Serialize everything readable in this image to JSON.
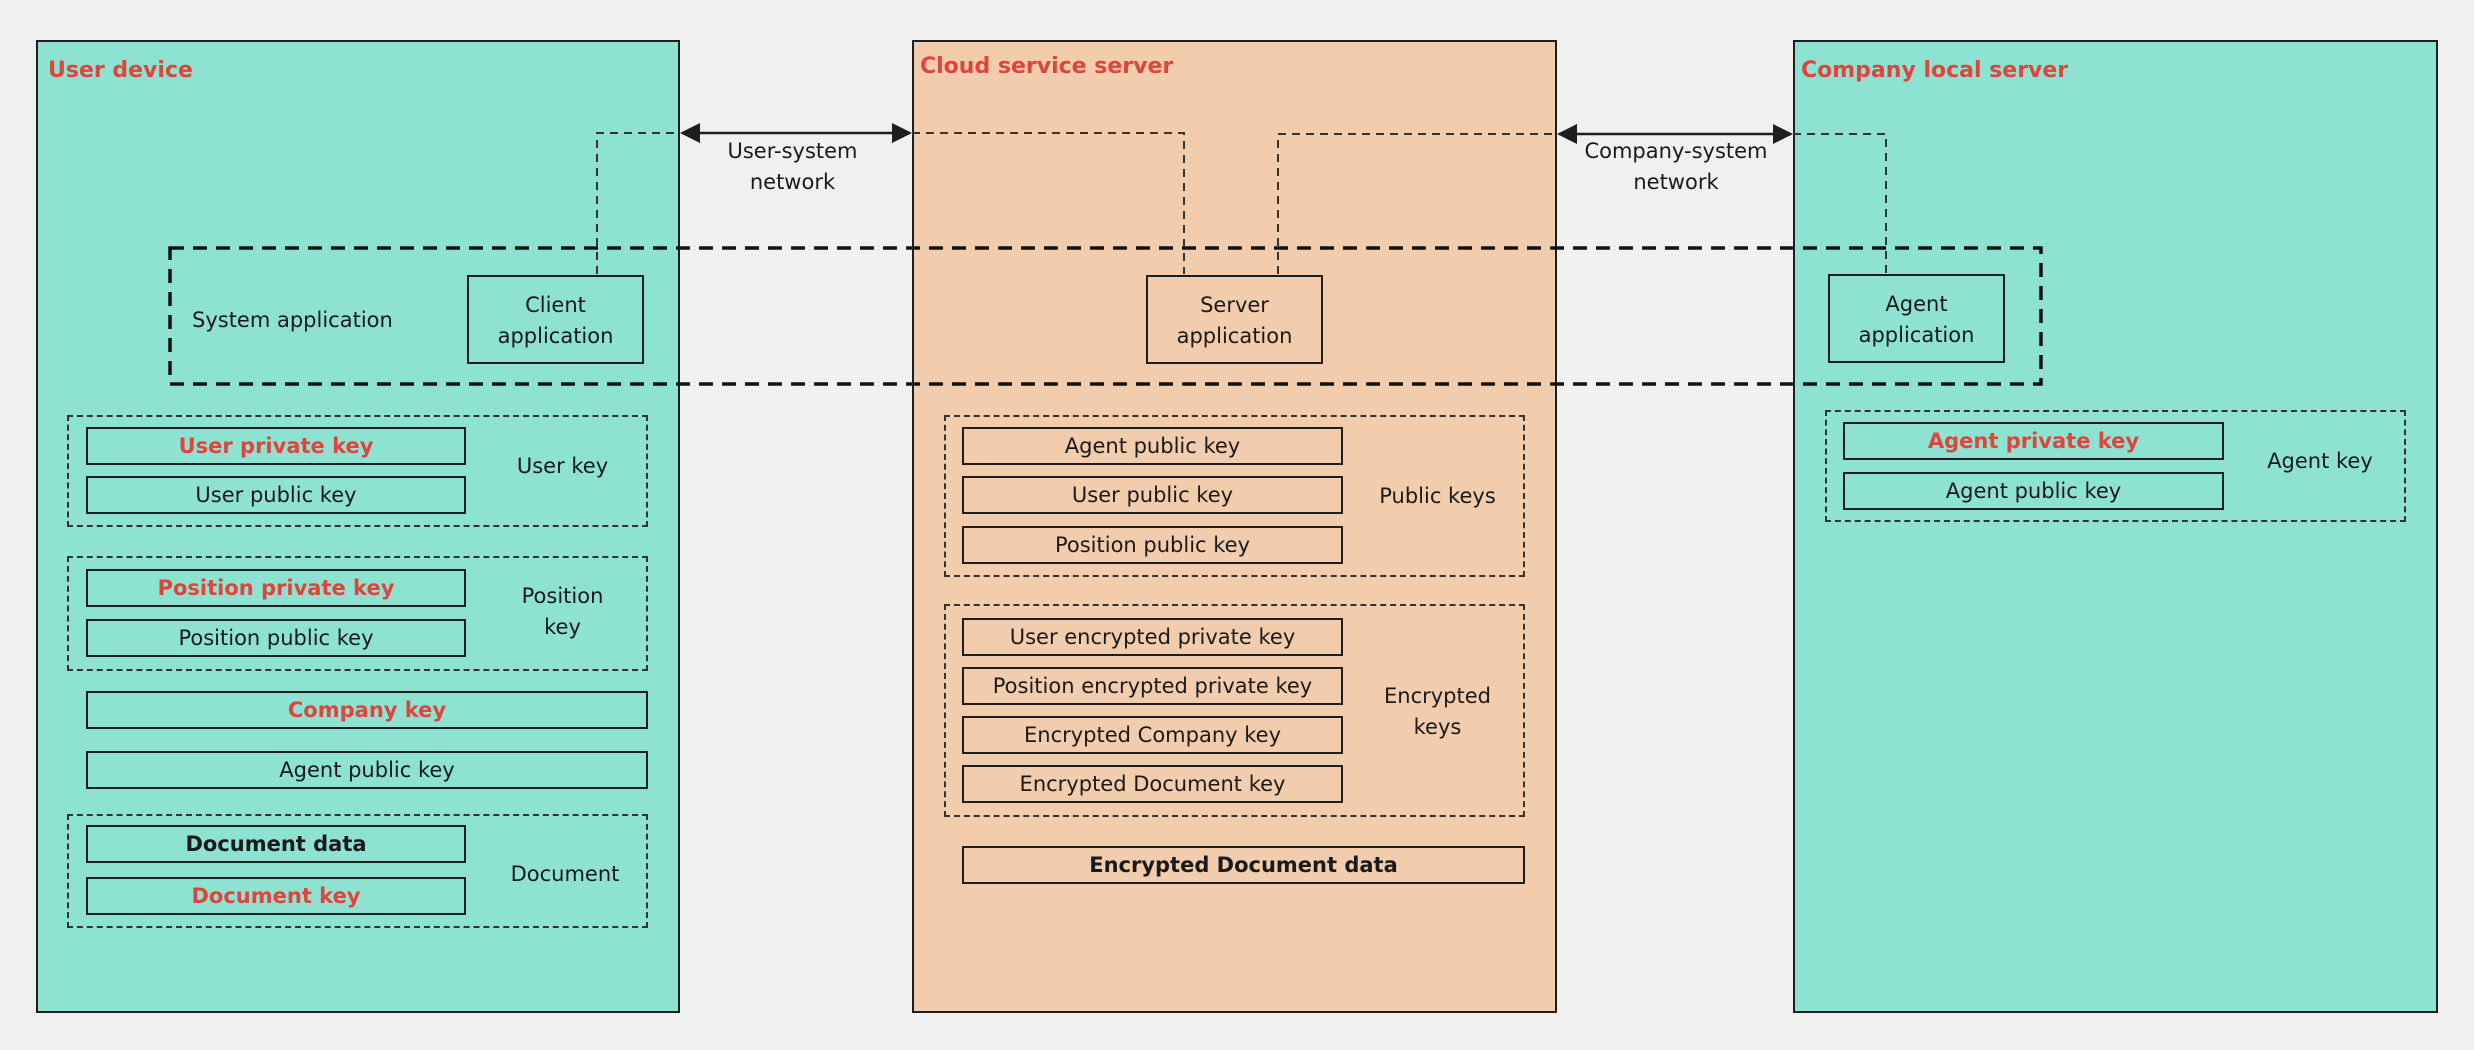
{
  "colors": {
    "background": "#f0f0f0",
    "user_device_fill": "#8ee2d2",
    "cloud_fill": "#f2cdad",
    "company_fill": "#8ee2d2",
    "highlight_red": "#e0443a",
    "line": "#1e1e1e"
  },
  "user_device": {
    "title": "User device",
    "system_application_label": "System application",
    "client_application": "Client\napplication",
    "user_key_group": {
      "label": "User key",
      "private_key": "User private key",
      "public_key": "User public key"
    },
    "position_key_group": {
      "label": "Position\nkey",
      "private_key": "Position private key",
      "public_key": "Position public key"
    },
    "company_key": "Company key",
    "agent_public_key": "Agent public key",
    "document_group": {
      "label": "Document",
      "data": "Document data",
      "key": "Document key"
    }
  },
  "network_left": {
    "label": "User-system\nnetwork"
  },
  "cloud_server": {
    "title": "Cloud service server",
    "server_application": "Server\napplication",
    "public_keys_group": {
      "label": "Public keys",
      "items": [
        "Agent public key",
        "User public key",
        "Position public key"
      ]
    },
    "encrypted_keys_group": {
      "label": "Encrypted\nkeys",
      "items": [
        "User encrypted private key",
        "Position encrypted private key",
        "Encrypted Company key",
        "Encrypted Document key"
      ]
    },
    "encrypted_document_data": "Encrypted Document data"
  },
  "network_right": {
    "label": "Company-system\nnetwork"
  },
  "company_server": {
    "title": "Company local server",
    "agent_application": "Agent\napplication",
    "agent_key_group": {
      "label": "Agent key",
      "private_key": "Agent private key",
      "public_key": "Agent public key"
    }
  }
}
